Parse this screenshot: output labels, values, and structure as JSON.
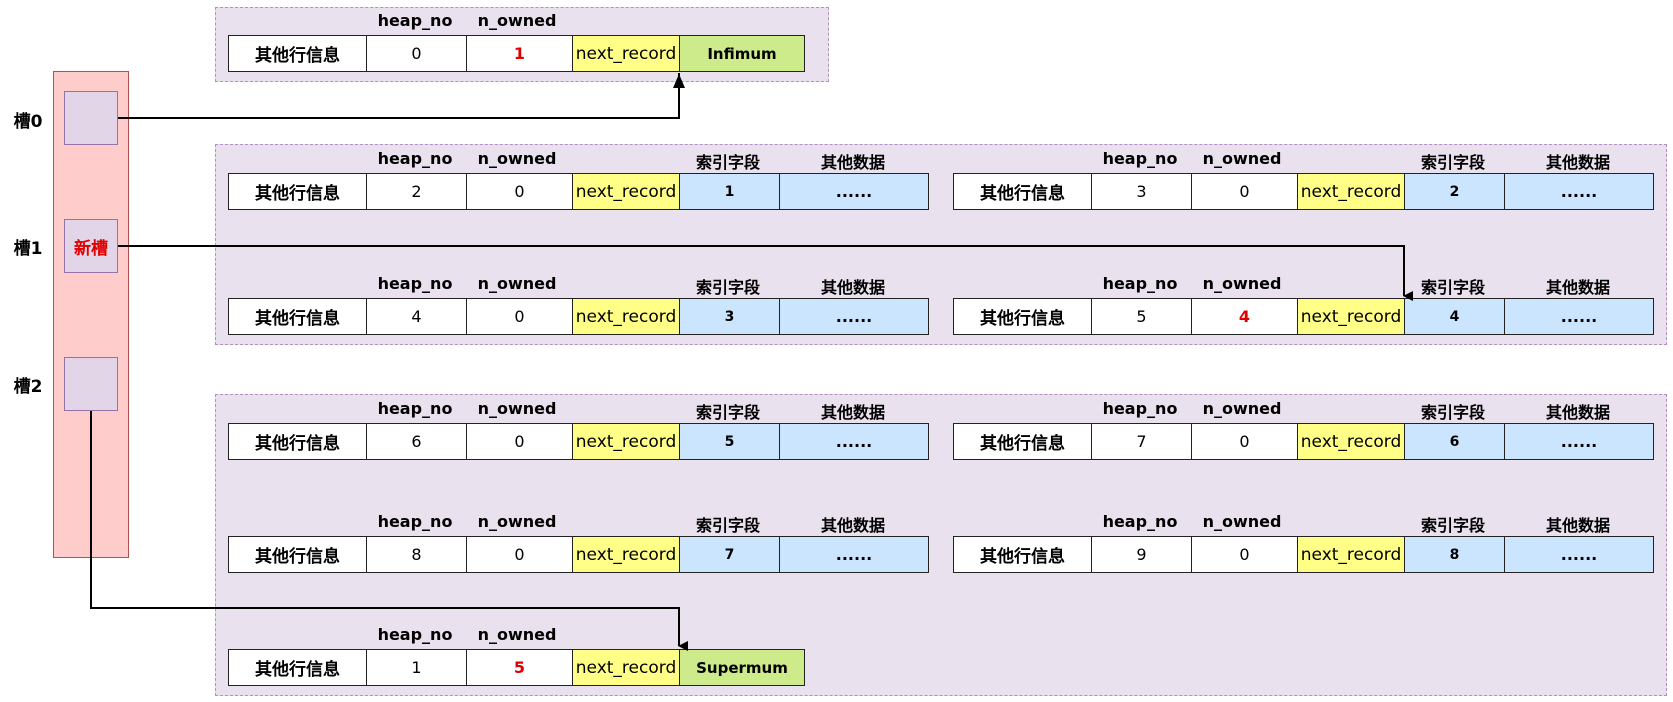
{
  "headers": {
    "heap_no": "heap_no",
    "n_owned": "n_owned",
    "index_field": "索引字段",
    "other_data": "其他数据"
  },
  "slots": [
    {
      "label": "槽0",
      "text": ""
    },
    {
      "label": "槽1",
      "text": "新槽"
    },
    {
      "label": "槽2",
      "text": ""
    }
  ],
  "records": {
    "infimum": {
      "other": "其他行信息",
      "heap_no": "0",
      "n_owned": "1",
      "next": "next_record",
      "name": "Infimum"
    },
    "r1": {
      "other": "其他行信息",
      "heap_no": "2",
      "n_owned": "0",
      "next": "next_record",
      "key": "1",
      "data": "......"
    },
    "r2": {
      "other": "其他行信息",
      "heap_no": "3",
      "n_owned": "0",
      "next": "next_record",
      "key": "2",
      "data": "......"
    },
    "r3": {
      "other": "其他行信息",
      "heap_no": "4",
      "n_owned": "0",
      "next": "next_record",
      "key": "3",
      "data": "......"
    },
    "r4": {
      "other": "其他行信息",
      "heap_no": "5",
      "n_owned": "4",
      "next": "next_record",
      "key": "4",
      "data": "......"
    },
    "r5": {
      "other": "其他行信息",
      "heap_no": "6",
      "n_owned": "0",
      "next": "next_record",
      "key": "5",
      "data": "......"
    },
    "r6": {
      "other": "其他行信息",
      "heap_no": "7",
      "n_owned": "0",
      "next": "next_record",
      "key": "6",
      "data": "......"
    },
    "r7": {
      "other": "其他行信息",
      "heap_no": "8",
      "n_owned": "0",
      "next": "next_record",
      "key": "7",
      "data": "......"
    },
    "r8": {
      "other": "其他行信息",
      "heap_no": "9",
      "n_owned": "0",
      "next": "next_record",
      "key": "8",
      "data": "......"
    },
    "supremum": {
      "other": "其他行信息",
      "heap_no": "1",
      "n_owned": "5",
      "next": "next_record",
      "name": "Supermum"
    }
  },
  "colors": {
    "next_record": "#ffff88",
    "index": "#cce5ff",
    "special": "#cdeb8b",
    "slot_panel": "#ffcccc",
    "highlight": "#e00000"
  }
}
